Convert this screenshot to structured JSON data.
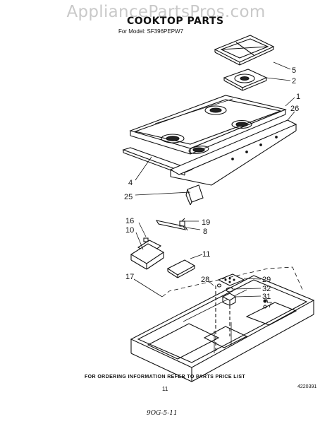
{
  "watermark": "AppliancePartsPros.com",
  "title": "COOKTOP PARTS",
  "model_line": "For Model: SF396PEPW7",
  "callouts": [
    "5",
    "2",
    "1",
    "26",
    "4",
    "25",
    "16",
    "10",
    "19",
    "8",
    "11",
    "17",
    "28",
    "29",
    "32",
    "31",
    "7"
  ],
  "footer_note": "FOR ORDERING INFORMATION REFER TO PARTS PRICE LIST",
  "page_number": "11",
  "document_number": "4220391",
  "handwritten_note": "9OG-5-11"
}
